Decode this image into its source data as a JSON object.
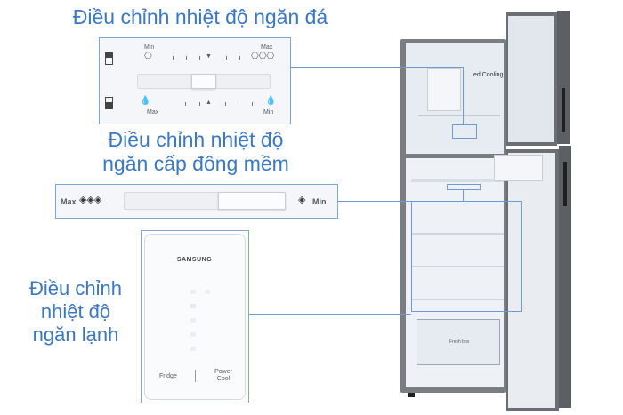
{
  "headings": {
    "freezer": "Điều chỉnh nhiệt độ ngăn đá",
    "soft_freeze_line1": "Điều chỉnh nhiệt độ",
    "soft_freeze_line2": "ngăn cấp đông mềm",
    "fridge_line1": "Điều chỉnh",
    "fridge_line2": "nhiệt độ",
    "fridge_line3": "ngăn lạnh"
  },
  "freezer_panel": {
    "top_min_label": "Min",
    "top_max_label": "Max",
    "bottom_max_label": "Max",
    "bottom_min_label": "Min",
    "top_icon": "snowflake-icon",
    "bottom_icon": "water-drop-icon"
  },
  "soft_freeze_panel": {
    "max_label": "Max",
    "min_label": "Min",
    "icon": "water-drop-icon"
  },
  "fridge_panel": {
    "brand": "SAMSUNG",
    "fridge_button": "Fridge",
    "power_cool_line1": "Power",
    "power_cool_line2": "Cool"
  },
  "fridge_image": {
    "inner_label": "ed Cooling",
    "crisper_label": "Fresh box"
  },
  "colors": {
    "accent": "#3a78c3",
    "callout_line": "#6e9bd3",
    "fridge_steel": "#6b6e73"
  }
}
